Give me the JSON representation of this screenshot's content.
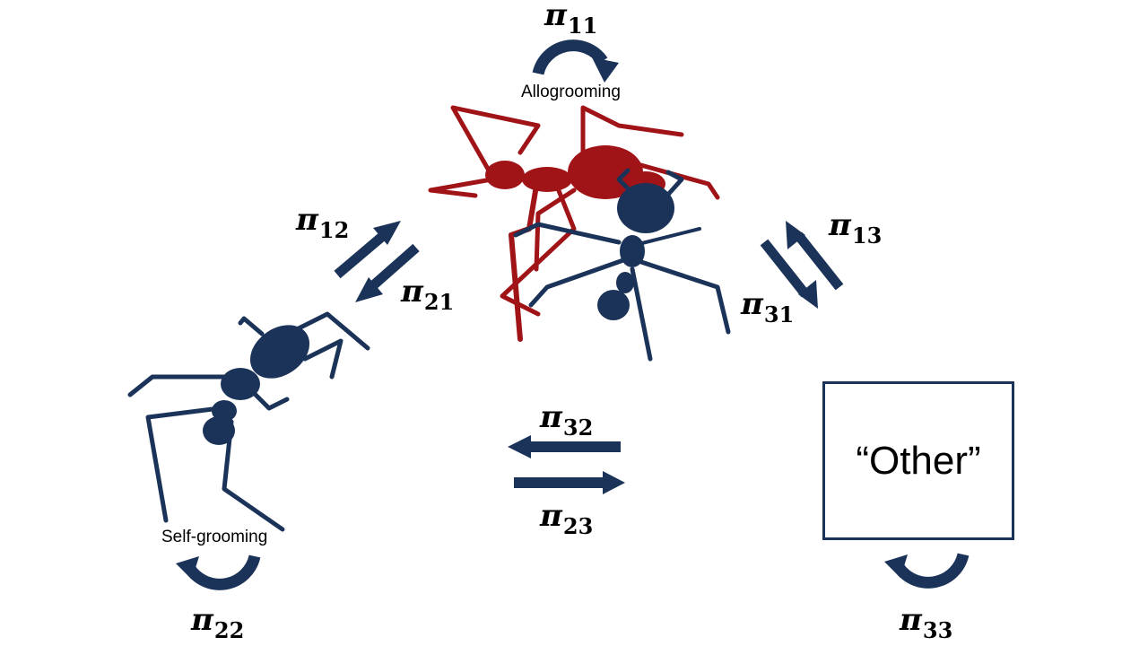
{
  "colors": {
    "navy": "#1b3358",
    "red": "#a01418",
    "text": "#000000"
  },
  "states": {
    "allogrooming": {
      "label": "Allogrooming",
      "icon": "grooming-ant-pair-icon"
    },
    "self_grooming": {
      "label": "Self-grooming",
      "icon": "self-grooming-ant-icon"
    },
    "other": {
      "label": "“Other”"
    }
  },
  "transitions": {
    "p11": {
      "symbol": "π",
      "sub": "11"
    },
    "p12": {
      "symbol": "π",
      "sub": "12"
    },
    "p21": {
      "symbol": "π",
      "sub": "21"
    },
    "p13": {
      "symbol": "π",
      "sub": "13"
    },
    "p31": {
      "symbol": "π",
      "sub": "31"
    },
    "p32": {
      "symbol": "π",
      "sub": "32"
    },
    "p23": {
      "symbol": "π",
      "sub": "23"
    },
    "p22": {
      "symbol": "π",
      "sub": "22"
    },
    "p33": {
      "symbol": "π",
      "sub": "33"
    }
  }
}
